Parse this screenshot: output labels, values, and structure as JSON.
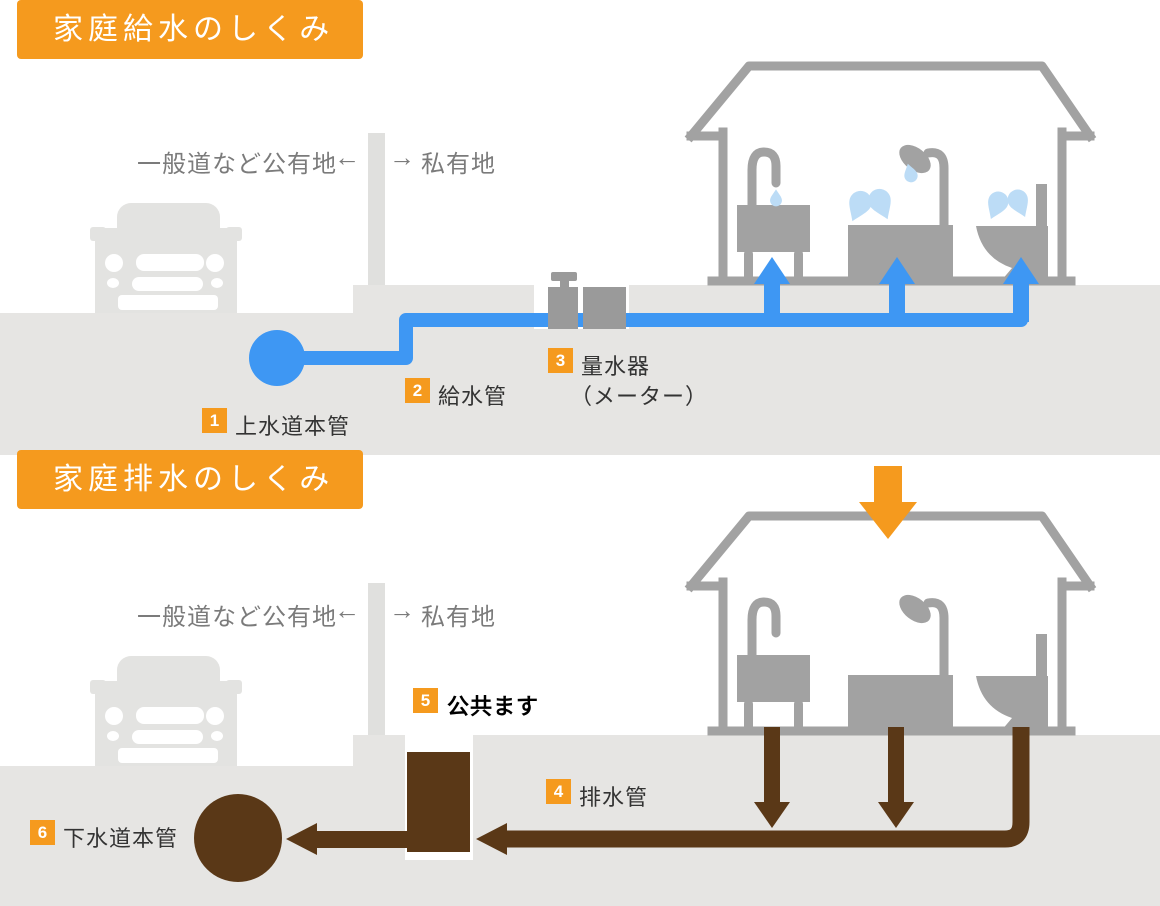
{
  "supply": {
    "title": "家庭給水のしくみ",
    "boundary": {
      "public_label": "一般道など公有地",
      "arrow_left": "←",
      "arrow_right": "→",
      "private_label": "私有地"
    },
    "items": [
      {
        "num": "1",
        "label": "上水道本管"
      },
      {
        "num": "2",
        "label": "給水管"
      },
      {
        "num": "3",
        "label": "量水器",
        "label2": "（メーター）"
      }
    ]
  },
  "drainage": {
    "title": "家庭排水のしくみ",
    "boundary": {
      "public_label": "一般道など公有地",
      "arrow_left": "←",
      "arrow_right": "→",
      "private_label": "私有地"
    },
    "items": [
      {
        "num": "4",
        "label": "排水管"
      },
      {
        "num": "5",
        "label": "公共ます"
      },
      {
        "num": "6",
        "label": "下水道本管"
      }
    ]
  },
  "colors": {
    "accent_orange": "#F59A1E",
    "water_blue": "#3E97F3",
    "droplet_blue": "#BCDCF6",
    "fixture_gray": "#A2A2A2",
    "silhouette_gray": "#E3E3E1",
    "ground_gray": "#E6E5E3",
    "sewer_brown": "#5A3817",
    "label_text": "#333333",
    "boundary_text": "#7B7B7B"
  }
}
